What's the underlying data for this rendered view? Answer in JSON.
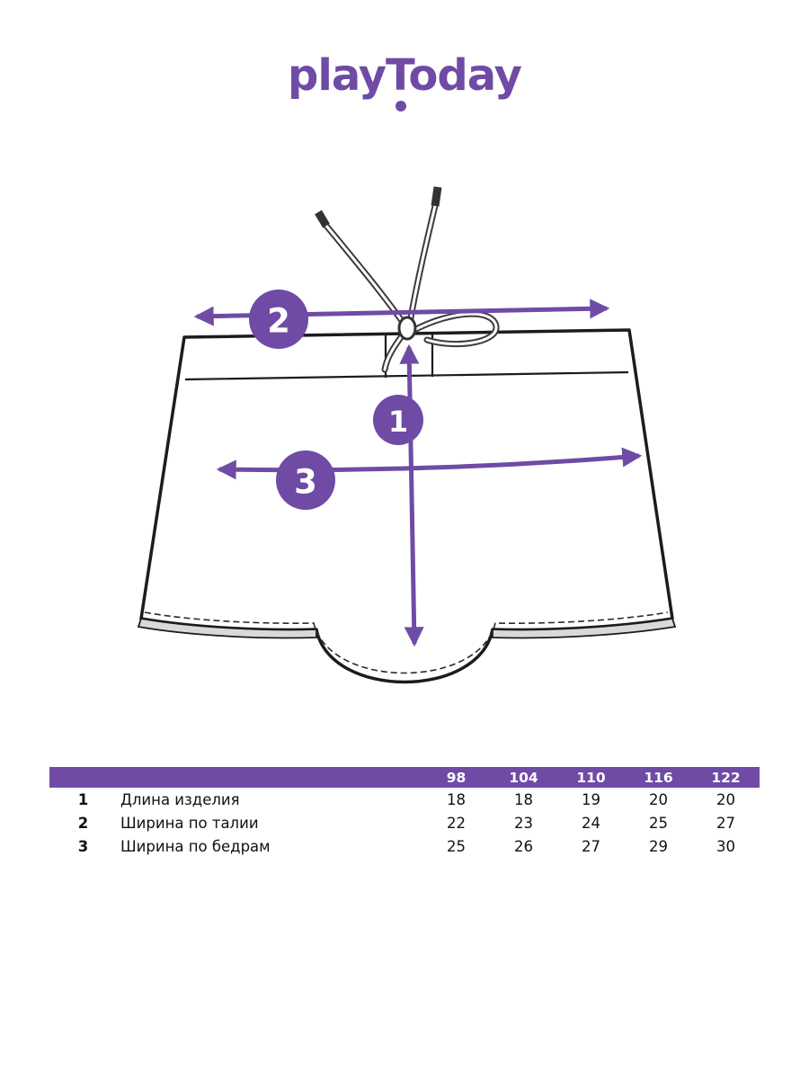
{
  "brand": {
    "name": "playToday"
  },
  "diagram": {
    "labels": [
      "1",
      "2",
      "3"
    ]
  },
  "table": {
    "size_headers": [
      "98",
      "104",
      "110",
      "116",
      "122"
    ],
    "rows": [
      {
        "num": "1",
        "label": "Длина изделия",
        "values": [
          "18",
          "18",
          "19",
          "20",
          "20"
        ]
      },
      {
        "num": "2",
        "label": "Ширина по талии",
        "values": [
          "22",
          "23",
          "24",
          "25",
          "27"
        ]
      },
      {
        "num": "3",
        "label": "Ширина по бедрам",
        "values": [
          "25",
          "26",
          "27",
          "29",
          "30"
        ]
      }
    ]
  },
  "colors": {
    "accent_purple": "#6f4ba5",
    "line_black": "#1c1c1c"
  }
}
